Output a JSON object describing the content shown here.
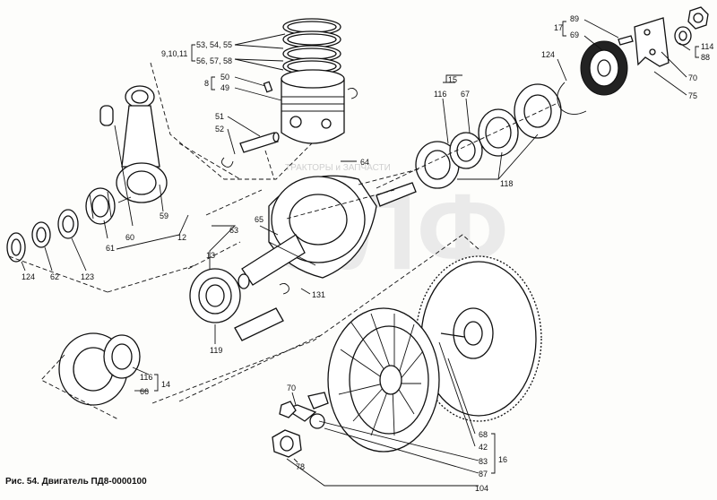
{
  "caption": "Рис. 54. Двигатель ПД8-0000100",
  "watermark": {
    "text": "ЭЛФ",
    "small_text": "ТРАКТОРЫ и ЗАПЧАСТИ"
  },
  "callouts": {
    "c_9_10_11": "9,10,11",
    "c_53_54_55": "53, 54, 55",
    "c_56_57_58": "56, 57, 58",
    "c_8": "8",
    "c_50": "50",
    "c_49": "49",
    "c_51": "51",
    "c_52": "52",
    "c_64": "64",
    "c_15": "15",
    "c_116a": "116",
    "c_67": "67",
    "c_118": "118",
    "c_124a": "124",
    "c_17": "17",
    "c_89": "89",
    "c_69": "69",
    "c_114": "114",
    "c_88": "88",
    "c_70a": "70",
    "c_75": "75",
    "c_59": "59",
    "c_60": "60",
    "c_61": "61",
    "c_12": "12",
    "c_65": "65",
    "c_63": "63",
    "c_13": "13",
    "c_124b": "124",
    "c_62": "62",
    "c_123": "123",
    "c_131": "131",
    "c_119": "119",
    "c_116b": "116",
    "c_66": "66",
    "c_14": "14",
    "c_70b": "70",
    "c_78": "78",
    "c_68": "68",
    "c_42": "42",
    "c_16": "16",
    "c_83": "83",
    "c_87": "87",
    "c_104": "104"
  }
}
